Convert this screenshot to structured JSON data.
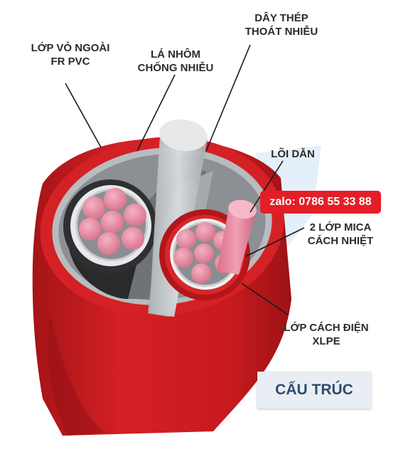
{
  "labels": {
    "outer_sheath": [
      "LỚP VỎ NGOÀI",
      "FR PVC"
    ],
    "aluminum_foil": [
      "LÁ NHÔM",
      "CHỐNG NHIỄU"
    ],
    "drain_wire": [
      "DÂY THÉP",
      "THOÁT NHIỄU"
    ],
    "conductor_core": "LÕI DẪN",
    "mica_tape": [
      "2 LỚP MICA",
      "CÁCH NHIỆT"
    ],
    "xlpe_insulation": [
      "LỚP CÁCH ĐIỆN",
      "XLPE"
    ]
  },
  "contact_badge": "zalo: 0786 55 33 88",
  "structure_button": "CẤU TRÚC",
  "colors": {
    "sheath_red": "#d01f22",
    "sheath_dark": "#a91518",
    "foil_gray": "#8e9296",
    "conductor_pink": "#e8859f",
    "label_text": "#2b2b2b",
    "badge_red": "#e41e26",
    "button_text": "#2f4a6f"
  }
}
